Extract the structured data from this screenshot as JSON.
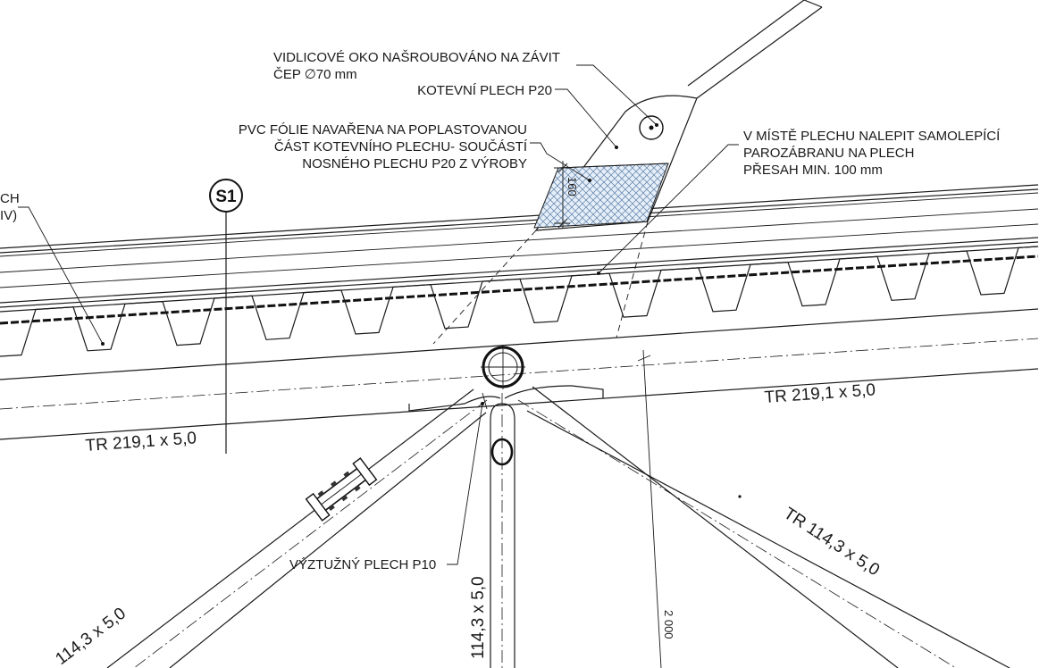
{
  "labels": {
    "clevis_line1": "VIDLICOVÉ OKO NAŠROUBOVÁNO NA ZÁVIT",
    "clevis_line2": "ČEP ∅70 mm",
    "anchor_plate": "KOTEVNÍ PLECH P20",
    "pvc_line1": "PVC FÓLIE NAVAŘENA NA POPLASTOVANOU",
    "pvc_line2": "ČÁST KOTEVNÍHO PLECHU- SOUČÁSTÍ",
    "pvc_line3": "NOSNÉHO PLECHU P20 Z VÝROBY",
    "vapor_line1": "V MÍSTĚ PLECHU NALEPIT SAMOLEPÍCÍ",
    "vapor_line2": "PAROZÁBRANU NA PLECH",
    "vapor_line3": "PŘESAH MIN. 100 mm",
    "left_cut_line1": "CH",
    "left_cut_line2": "IV)",
    "stiffener": "VÝZTUŽNÝ PLECH P10"
  },
  "section": {
    "marker": "S1"
  },
  "profiles": {
    "main_left": "TR 219,1 x 5,0",
    "main_right": "TR 219,1 x 5,0",
    "diag_right": "TR 114,3 x 5,0",
    "diag_left": "114,3 x 5,0",
    "vertical": "114,3 x 5,0"
  },
  "dimensions": {
    "plate_height": "160",
    "spacing": "2 000"
  },
  "colors": {
    "line": "#1a1a1a",
    "hatch": "#5a7fa8"
  }
}
